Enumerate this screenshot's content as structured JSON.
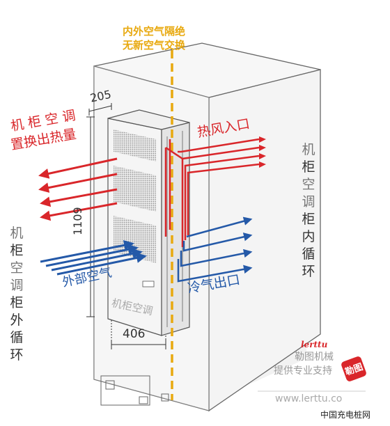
{
  "colors": {
    "hot_air": "#d9262a",
    "cold_air": "#2459a8",
    "separator": "#e8a90f",
    "cabinet_line": "#666666",
    "text_gray": "#888888",
    "text_dark": "#333333",
    "watermark_red": "#d9262a"
  },
  "labels": {
    "separator_line1": "内外空气隔绝",
    "separator_line2": "无新空气交换",
    "heat_exchange_line1": "机 柜 空 调",
    "heat_exchange_line2": "置换出热量",
    "hot_air_in": "热风入口",
    "outside_air": "外部空气",
    "cold_air_out": "冷气出口",
    "unit_label": "机柜空调",
    "inner_loop": "机柜空调柜内循环",
    "outer_loop": "机柜空调柜外循环"
  },
  "dimensions": {
    "depth": "205",
    "height": "1109",
    "width": "406"
  },
  "watermark": {
    "brand": "lerttu",
    "line1": "勒图机械",
    "line2": "提供专业支持",
    "url": "www.lerttu.co",
    "stamp": "勒图",
    "site": "中国充电桩网"
  }
}
